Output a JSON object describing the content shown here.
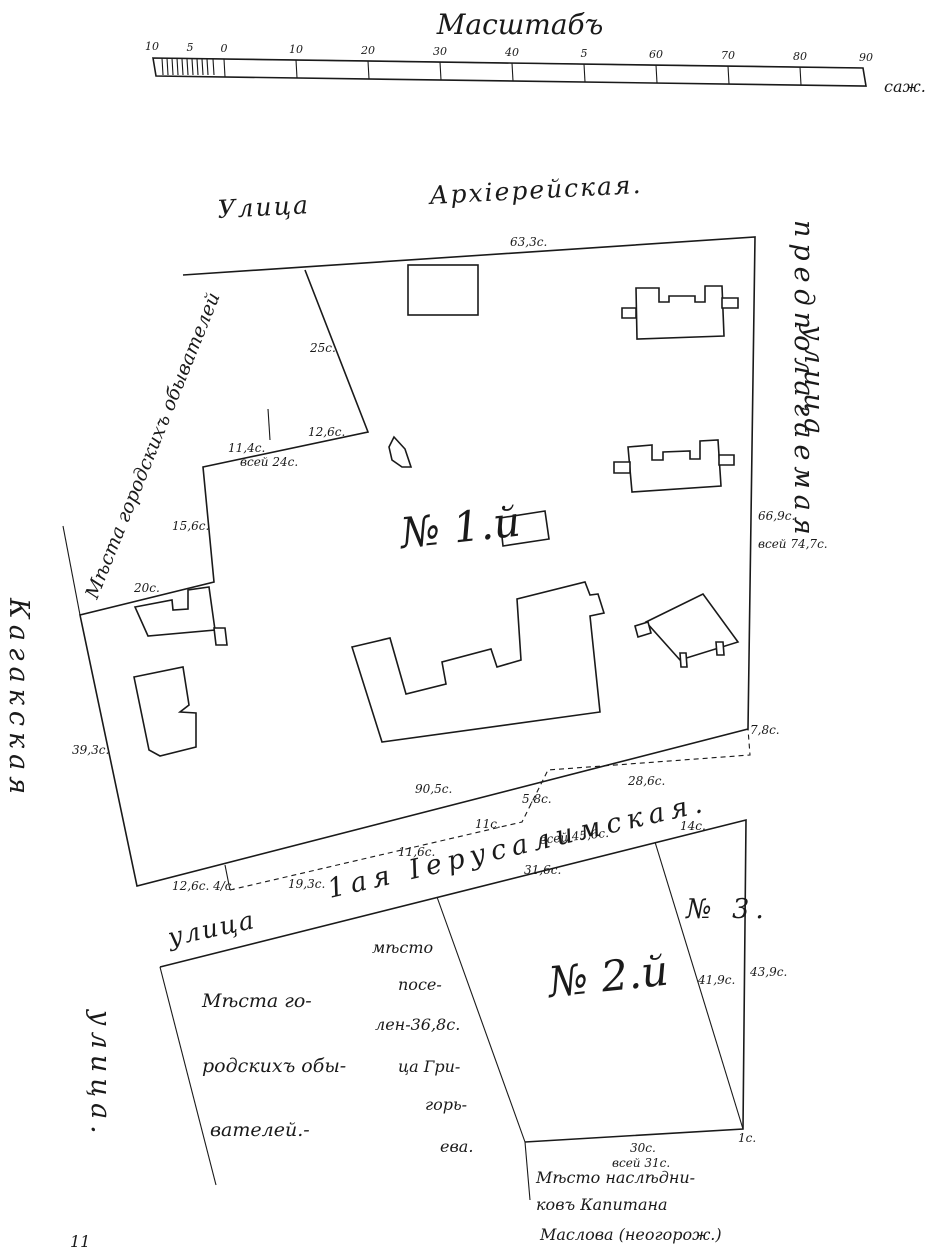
{
  "scale": {
    "title": "Масштабъ",
    "ticks": [
      "10",
      "5",
      "0",
      "10",
      "20",
      "30",
      "40",
      "5",
      "60",
      "70",
      "80",
      "90"
    ],
    "unit": "саж."
  },
  "streets": {
    "top_word": "Улица",
    "top_name": "Архiерейская.",
    "right_top": "улица",
    "right_long": "предполагаемая",
    "left_top": "Кагакская",
    "left_bottom": "улица.",
    "middle_name": "1ая Ieрусалимская.",
    "middle_word": "улица"
  },
  "plots": {
    "p1": "№ 1.й",
    "p2": "№ 2.й",
    "p3": "№ 3."
  },
  "notes": {
    "city_places": "Мѣста городскихъ обывателей",
    "left_block": [
      "Мѣста го-",
      "родскихъ обы-",
      "вателей.-"
    ],
    "right_block": [
      "мѣсто",
      "посе-",
      "лен-36,8с.",
      "ца Гри-",
      "горь-",
      "ева."
    ],
    "bottom": [
      "Мѣсто наслѣдни-",
      "ковъ Капитана",
      "Маслова (неогорож.)"
    ],
    "corner_mark": "11"
  },
  "dimensions": {
    "top_edge": "63,3с.",
    "d25": "25с.",
    "d12_6": "12,6с.",
    "d11_4": "11,4с.",
    "total_24": "всей 24с.",
    "d15_6": "15,6с.",
    "d20": "20с.",
    "d66_9": "66,9с.",
    "total_74_7": "всей 74,7с.",
    "d39_3": "39,3с.",
    "d90_5": "90,5с.",
    "d7_8": "7,8с.",
    "d28_6": "28,6с.",
    "d5_8": "5,8с.",
    "d11": "11с.",
    "d11_6": "11,6с.",
    "total_45_6": "всей 45,6с.",
    "d14": "14с.",
    "d31_6": "31,6с.",
    "d12_6_4": "12,6с. 4/с.",
    "d19_3": "19,3с.",
    "d41_9": "41,9с.",
    "d43_9": "43,9с.",
    "d30": "30с.",
    "total_31": "всей 31с.",
    "d1": "1с."
  }
}
